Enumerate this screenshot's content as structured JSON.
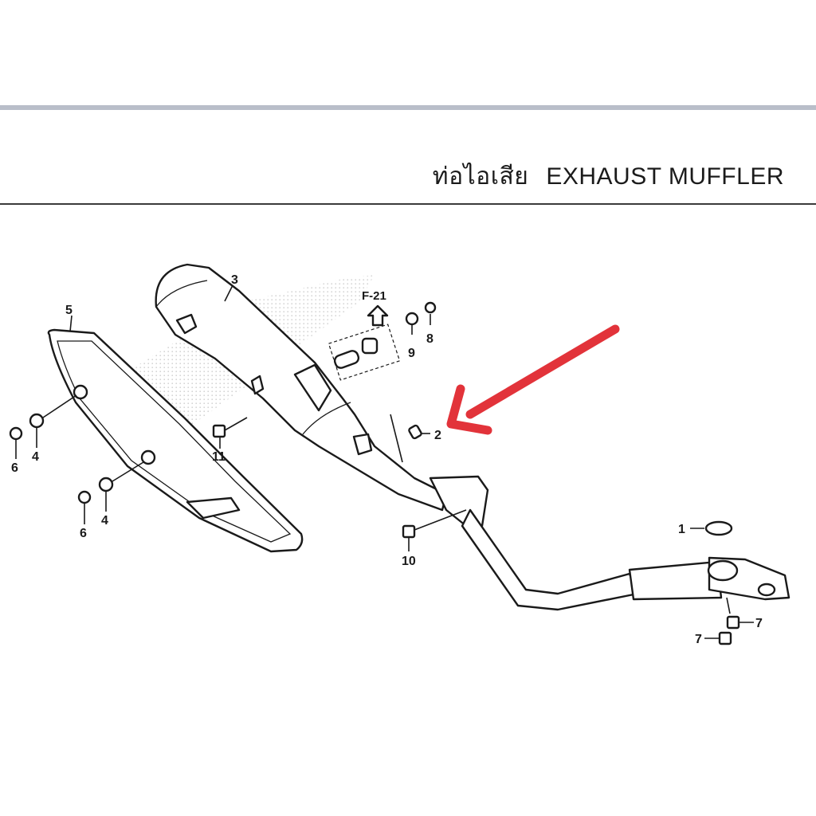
{
  "header": {
    "title_thai": "ท่อไอเสีย",
    "title_en": "EXHAUST MUFFLER"
  },
  "diagram": {
    "reference": {
      "label": "F-21"
    },
    "callouts": [
      {
        "id": "c3",
        "label": "3"
      },
      {
        "id": "c5",
        "label": "5"
      },
      {
        "id": "c8",
        "label": "8"
      },
      {
        "id": "c9",
        "label": "9"
      },
      {
        "id": "c2",
        "label": "2"
      },
      {
        "id": "c6a",
        "label": "6"
      },
      {
        "id": "c4a",
        "label": "4"
      },
      {
        "id": "c11",
        "label": "11"
      },
      {
        "id": "c6b",
        "label": "6"
      },
      {
        "id": "c4b",
        "label": "4"
      },
      {
        "id": "c10",
        "label": "10"
      },
      {
        "id": "c1",
        "label": "1"
      },
      {
        "id": "c7a",
        "label": "7"
      },
      {
        "id": "c7b",
        "label": "7"
      }
    ],
    "highlight_arrow": {
      "color": "#e2333a",
      "target_label": "2"
    }
  },
  "colors": {
    "rule_top": "#b9bec9",
    "rule_title": "#3a3a3a",
    "accent": "#e2333a"
  }
}
